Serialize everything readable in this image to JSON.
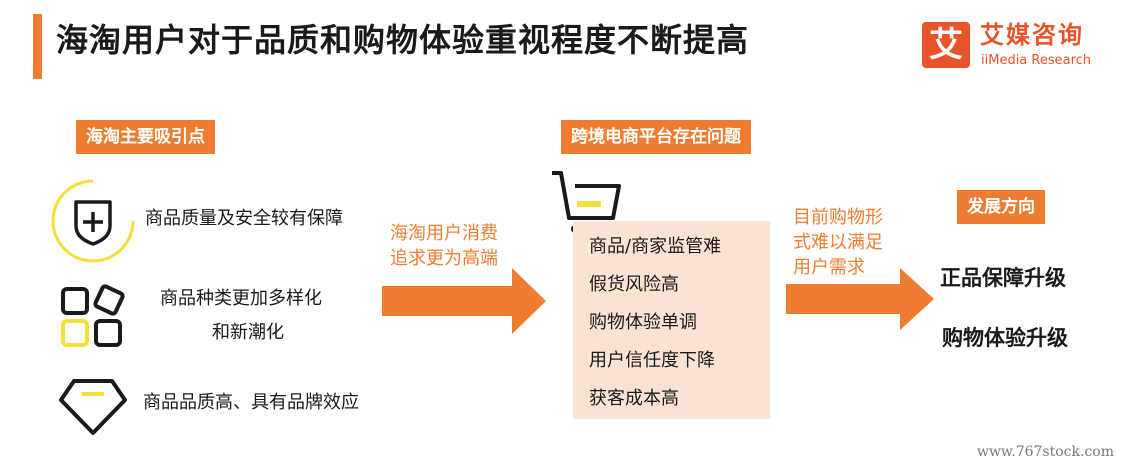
{
  "title": "海淘用户对于品质和购物体验重视程度不断提高",
  "logo": {
    "mark": "艾",
    "name_cn": "艾媒咨询",
    "name_en": "iiMedia Research"
  },
  "attractions": {
    "tag": "海淘主要吸引点",
    "items": [
      {
        "icon": "shield-plus-icon",
        "lines": [
          "商品质量及安全较有保障"
        ]
      },
      {
        "icon": "blocks-icon",
        "lines": [
          "商品种类更加多样化",
          "和新潮化"
        ]
      },
      {
        "icon": "diamond-icon",
        "lines": [
          "商品品质高、具有品牌效应"
        ]
      }
    ]
  },
  "arrow1_label": [
    "海淘用户消费",
    "追求更为高端"
  ],
  "problems": {
    "tag": "跨境电商平台存在问题",
    "icon": "shopping-cart-icon",
    "items": [
      "商品/商家监管难",
      "假货风险高",
      "购物体验单调",
      "用户信任度下降",
      "获客成本高"
    ]
  },
  "arrow2_label": [
    "目前购物形",
    "式难以满足",
    "用户需求"
  ],
  "directions": {
    "tag": "发展方向",
    "items": [
      "正品保障升级",
      "购物体验升级"
    ]
  },
  "watermark": "www.767stock.com",
  "colors": {
    "accent": "#ef7d31",
    "yellow": "#f5e03a",
    "box_fill": "#fbe3d3",
    "logo": "#e8542a"
  }
}
